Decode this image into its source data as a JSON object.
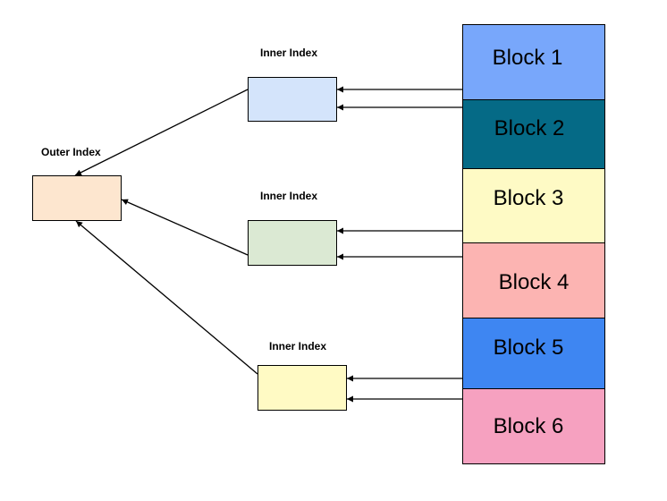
{
  "outer_index": {
    "label": "Outer Index",
    "fill": "#fde6cf"
  },
  "inner_indexes": [
    {
      "label": "Inner Index",
      "fill": "#d4e4fb"
    },
    {
      "label": "Inner Index",
      "fill": "#dbe9d3"
    },
    {
      "label": "Inner Index",
      "fill": "#fffac4"
    }
  ],
  "blocks": [
    {
      "label": "Block 1",
      "fill": "#78a7fb"
    },
    {
      "label": "Block 2",
      "fill": "#056a86"
    },
    {
      "label": "Block 3",
      "fill": "#fefac5"
    },
    {
      "label": "Block 4",
      "fill": "#fcb4b2"
    },
    {
      "label": "Block 5",
      "fill": "#3e86f2"
    },
    {
      "label": "Block 6",
      "fill": "#f6a1c0"
    }
  ]
}
